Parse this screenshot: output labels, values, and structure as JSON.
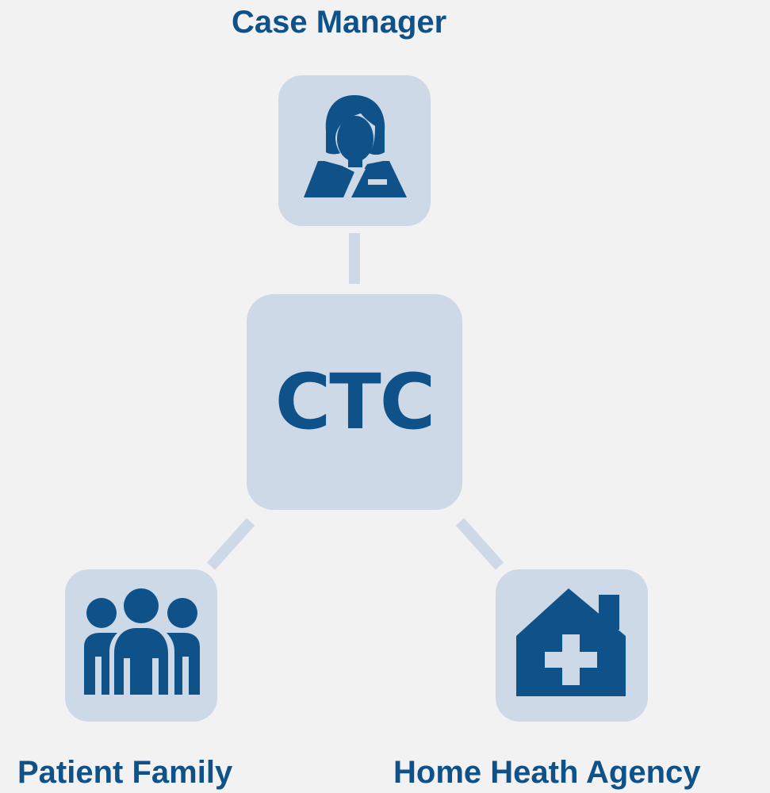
{
  "diagram": {
    "center": {
      "label": "CTC"
    },
    "nodes": {
      "case_manager": {
        "label": "Case Manager",
        "icon": "case-manager-icon"
      },
      "patient_family": {
        "label": "Patient Family",
        "icon": "family-group-icon"
      },
      "home_health": {
        "label": "Home Heath Agency",
        "icon": "home-health-house-icon"
      }
    },
    "colors": {
      "text": "#0e5289",
      "tile": "#cdd9e7",
      "icon": "#0e5289",
      "background": "#f2f2f2"
    }
  }
}
